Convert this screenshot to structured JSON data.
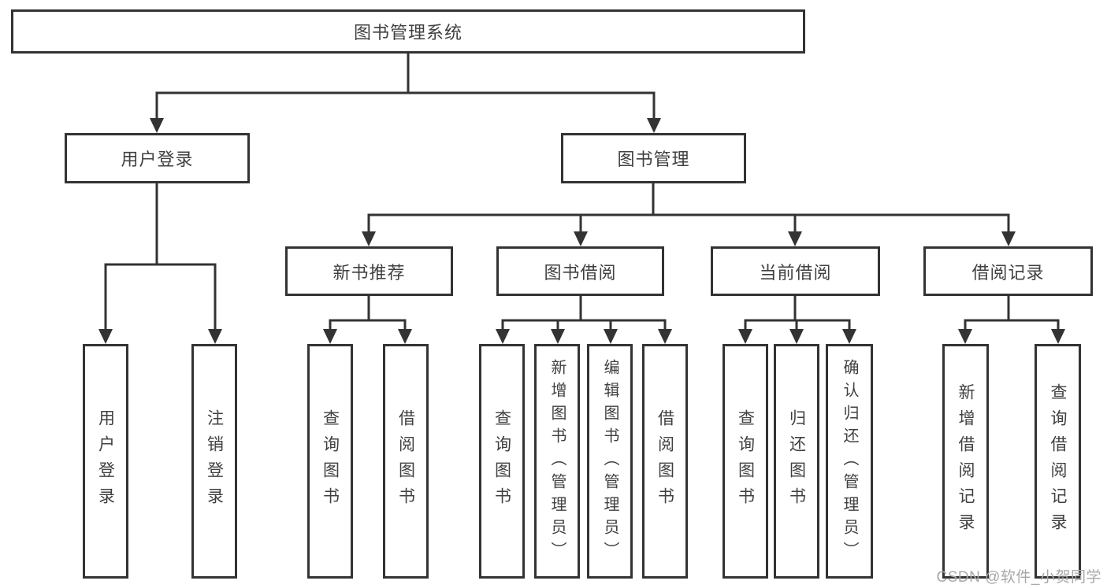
{
  "tree": {
    "label": "图书管理系统",
    "children": [
      {
        "label": "用户登录",
        "children": [
          {
            "label": "用户登录"
          },
          {
            "label": "注销登录"
          }
        ]
      },
      {
        "label": "图书管理",
        "children": [
          {
            "label": "新书推荐",
            "children": [
              {
                "label": "查询图书"
              },
              {
                "label": "借阅图书"
              }
            ]
          },
          {
            "label": "图书借阅",
            "children": [
              {
                "label": "查询图书"
              },
              {
                "label": "新增图书（管理员）"
              },
              {
                "label": "编辑图书（管理员）"
              },
              {
                "label": "借阅图书"
              }
            ]
          },
          {
            "label": "当前借阅",
            "children": [
              {
                "label": "查询图书"
              },
              {
                "label": "归还图书"
              },
              {
                "label": "确认归还（管理员）"
              }
            ]
          },
          {
            "label": "借阅记录",
            "children": [
              {
                "label": "新增借阅记录"
              },
              {
                "label": "查询借阅记录"
              }
            ]
          }
        ]
      }
    ]
  },
  "watermark": {
    "text": "CSDN @软件_小贺同学"
  },
  "colors": {
    "line": "#333333",
    "text": "#404040",
    "background": "#ffffff",
    "watermark": "#a8a8a8"
  }
}
